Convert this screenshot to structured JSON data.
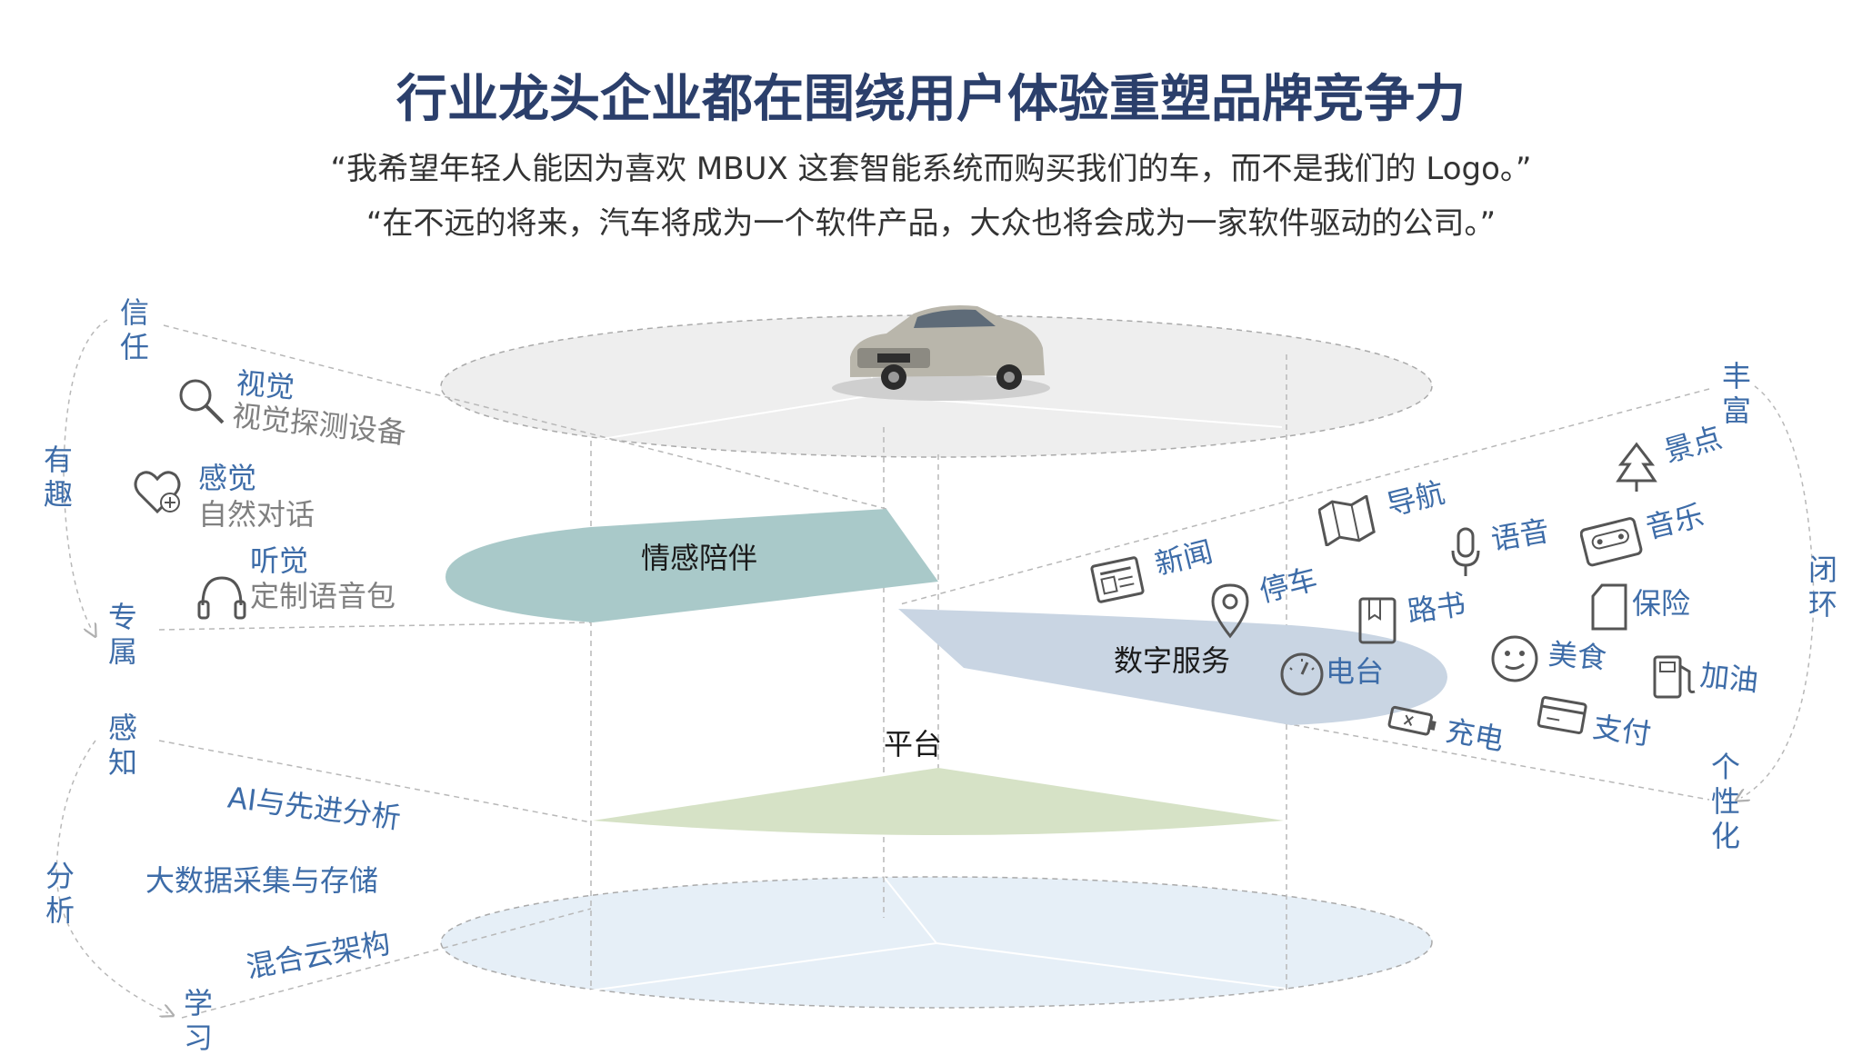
{
  "title": "行业龙头企业都在围绕用户体验重塑品牌竞争力",
  "quotes": [
    "“我希望年轻人能因为喜欢 MBUX 这套智能系统而购买我们的车，而不是我们的 Logo。”",
    "“在不远的将来，汽车将成为一个软件产品，大众也将会成为一家软件驱动的公司。”"
  ],
  "left_axis": {
    "trust": [
      "信",
      "任"
    ],
    "fun": [
      "有",
      "趣"
    ],
    "exclusive": [
      "专",
      "属"
    ],
    "perceive": [
      "感",
      "知"
    ],
    "analyze": [
      "分",
      "析"
    ],
    "learn": [
      "学",
      "习"
    ]
  },
  "senses": [
    {
      "label": "视觉",
      "sub": "视觉探测设备",
      "icon": "magnifier-icon"
    },
    {
      "label": "感觉",
      "sub": "自然对话",
      "icon": "heart-plus-icon"
    },
    {
      "label": "听觉",
      "sub": "定制语音包",
      "icon": "headphones-icon"
    }
  ],
  "layers": {
    "emotion": "情感陪伴",
    "digital": "数字服务",
    "platform": "平台"
  },
  "platform_items": [
    "AI与先进分析",
    "大数据采集与存储",
    "混合云架构"
  ],
  "right_axis": {
    "rich": [
      "丰",
      "富"
    ],
    "closed_loop": [
      "闭",
      "环"
    ],
    "personal": [
      "个",
      "性",
      "化"
    ]
  },
  "services": [
    {
      "label": "新闻",
      "icon": "newspaper-icon"
    },
    {
      "label": "导航",
      "icon": "map-icon"
    },
    {
      "label": "语音",
      "icon": "microphone-icon"
    },
    {
      "label": "音乐",
      "icon": "cassette-icon"
    },
    {
      "label": "景点",
      "icon": "tree-icon"
    },
    {
      "label": "停车",
      "icon": "location-pin-icon"
    },
    {
      "label": "路书",
      "icon": "book-icon"
    },
    {
      "label": "保险",
      "icon": "document-icon"
    },
    {
      "label": "美食",
      "icon": "face-icon"
    },
    {
      "label": "加油",
      "icon": "fuel-pump-icon"
    },
    {
      "label": "电台",
      "icon": "radio-dial-icon"
    },
    {
      "label": "支付",
      "icon": "card-icon"
    },
    {
      "label": "充电",
      "icon": "battery-icon"
    }
  ],
  "colors": {
    "title": "#2b3f6b",
    "label_blue": "#3d6ca8",
    "emotion_fill": "#a9c9c9",
    "digital_fill": "#c9d5e3",
    "platform_fill": "#d6e2c6",
    "top_disc": "#eeeeee",
    "bottom_disc": "#e6eff7"
  }
}
